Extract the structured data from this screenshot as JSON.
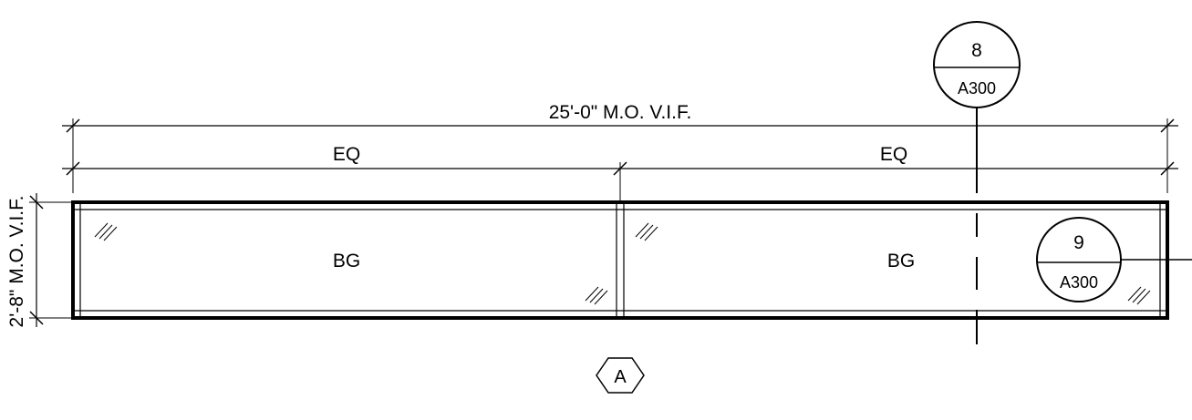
{
  "dimensions": {
    "overall": "25'-0\" M.O. V.I.F.",
    "left_segment": "EQ",
    "right_segment": "EQ",
    "height": "2'-8\" M.O. V.I.F."
  },
  "panels": [
    {
      "label": "BG"
    },
    {
      "label": "BG"
    }
  ],
  "callouts": {
    "section_8": {
      "number": "8",
      "sheet": "A300"
    },
    "section_9": {
      "number": "9",
      "sheet": "A300"
    }
  },
  "grid_tag": {
    "label": "A"
  }
}
